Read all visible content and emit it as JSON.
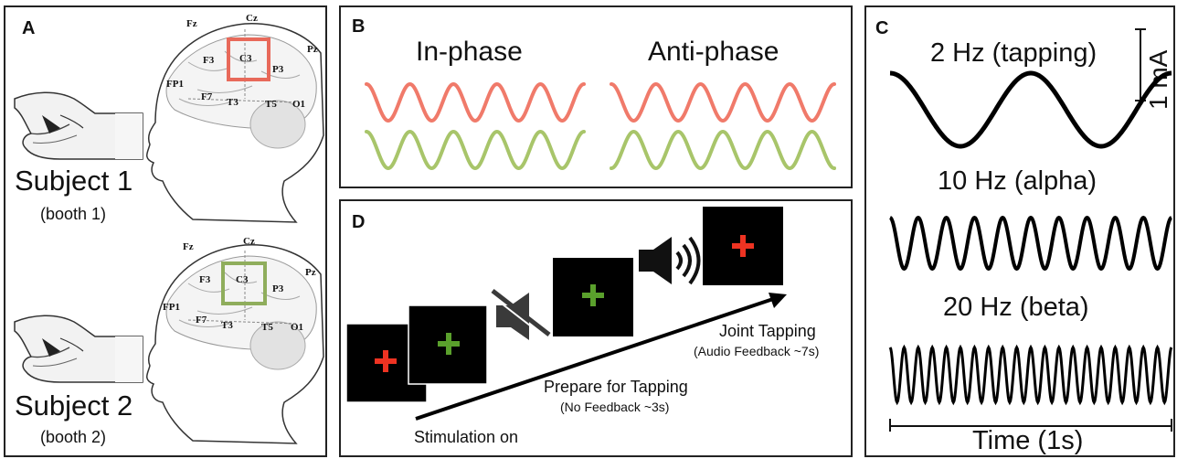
{
  "panel_a": {
    "label": "A",
    "subject1": {
      "name": "Subject 1",
      "booth": "(booth 1)"
    },
    "subject2": {
      "name": "Subject 2",
      "booth": "(booth 2)"
    },
    "electrodes": {
      "fz": "Fz",
      "cz": "Cz",
      "pz": "Pz",
      "f3": "F3",
      "c3": "C3",
      "p3": "P3",
      "fp1": "FP1",
      "f7": "F7",
      "t3": "T3",
      "t5": "T5",
      "o1": "O1"
    },
    "colors": {
      "subject1_box": "#e8695a",
      "subject2_box": "#8fad5c"
    }
  },
  "panel_b": {
    "label": "B",
    "in_phase": "In-phase",
    "anti_phase": "Anti-phase",
    "colors": {
      "top_wave": "#f07a6a",
      "bottom_wave": "#a8c56a"
    }
  },
  "panel_c": {
    "label": "C",
    "scale": "1 mA",
    "wave1": "2 Hz (tapping)",
    "wave2": "10 Hz (alpha)",
    "wave3": "20 Hz (beta)",
    "time": "Time (1s)"
  },
  "panel_d": {
    "label": "D",
    "stim_on": "Stimulation on",
    "prepare": "Prepare for Tapping",
    "prepare_sub": "(No Feedback ~3s)",
    "joint": "Joint Tapping",
    "joint_sub": "(Audio Feedback ~7s)",
    "colors": {
      "red_cross": "#ee3322",
      "green_cross": "#5aa02c"
    }
  }
}
